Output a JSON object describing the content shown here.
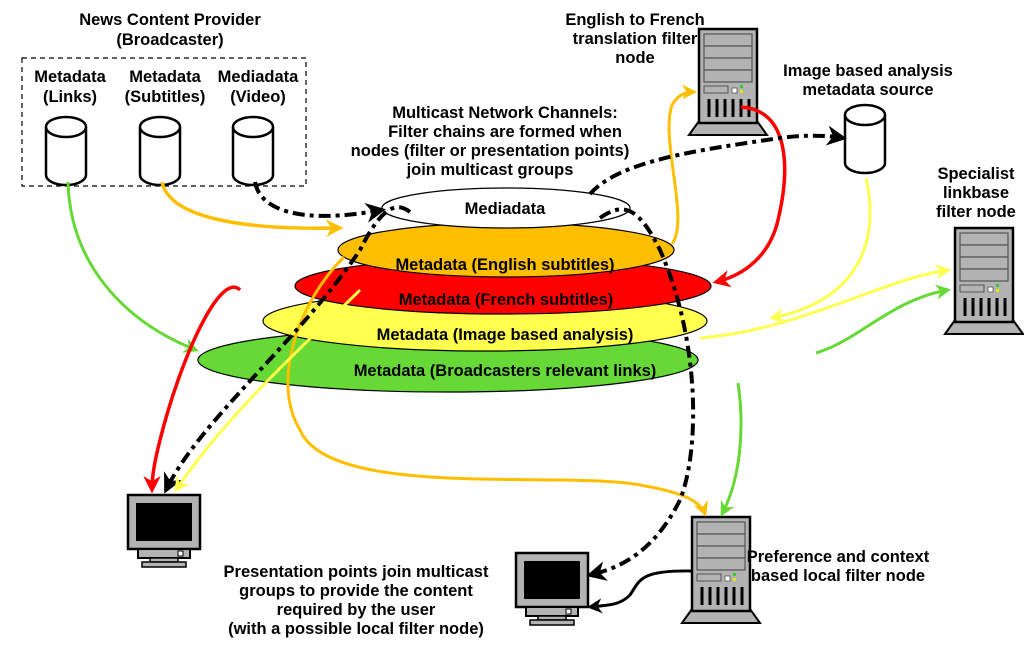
{
  "colors": {
    "mediadata": "#ffffff",
    "english": "#ffbf00",
    "french": "#ff0000",
    "image": "#ffff4d",
    "links": "#66d936",
    "black": "#000000",
    "server_gray": "#b3b3b3",
    "screen": "#000000"
  },
  "provider": {
    "title_line1": "News Content Provider",
    "title_line2": "(Broadcaster)",
    "sources": [
      {
        "line1": "Metadata",
        "line2": "(Links)"
      },
      {
        "line1": "Metadata",
        "line2": "(Subtitles)"
      },
      {
        "line1": "Mediadata",
        "line2": "(Video)"
      }
    ]
  },
  "multicast_caption": [
    "Multicast Network Channels:",
    "Filter chains are formed when",
    "nodes (filter or presentation  points)",
    "join multicast groups"
  ],
  "channels": [
    {
      "label": "Mediadata"
    },
    {
      "label": "Metadata (English subtitles)"
    },
    {
      "label": "Metadata (French subtitles)"
    },
    {
      "label": "Metadata (Image based analysis)"
    },
    {
      "label": "Metadata (Broadcasters relevant links)"
    }
  ],
  "translation_node": [
    "English to French",
    "translation filter",
    "node"
  ],
  "image_source": [
    "Image based analysis",
    "metadata source"
  ],
  "linkbase_node": [
    "Specialist",
    "linkbase",
    "filter node"
  ],
  "local_filter_node": [
    "Preference and context",
    "based local filter node"
  ],
  "presentation_caption": [
    "Presentation points join multicast",
    "groups to provide the content",
    "required by the user",
    "(with a possible local filter node)"
  ]
}
